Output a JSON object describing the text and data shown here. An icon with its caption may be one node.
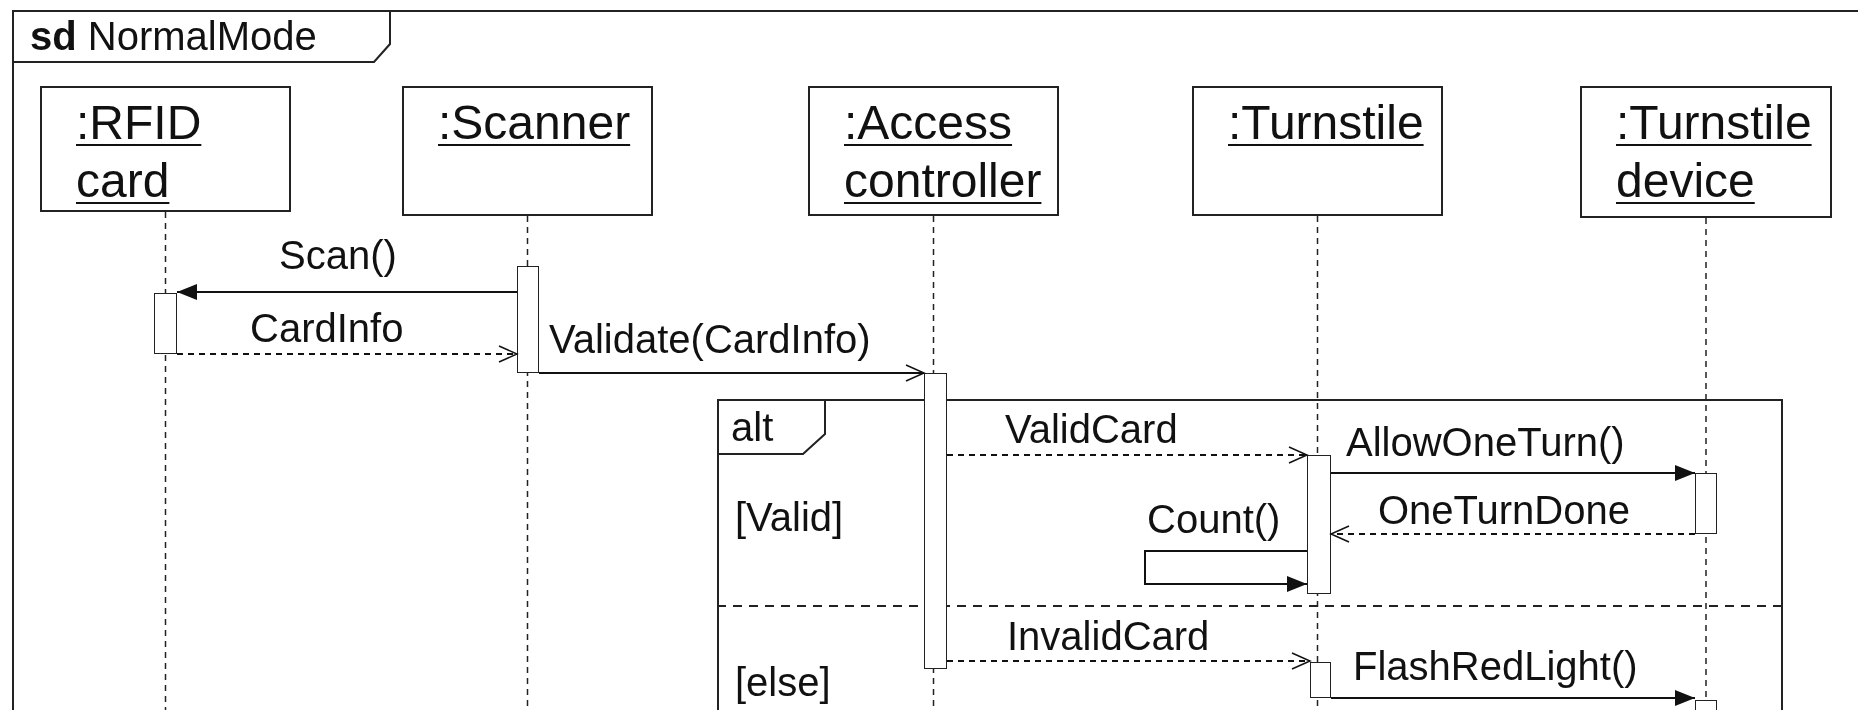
{
  "diagram": {
    "nodes": [
      {
        "text": [
          "**sd** NormalMode"
        ]
      },
      {
        "text": [
          ":RFID card"
        ],
        "in": 0
      },
      {
        "text": [
          ":Scanner"
        ],
        "in": 0
      },
      {
        "text": [
          ":Access controller"
        ],
        "in": 0
      },
      {
        "text": [
          ":Turnstile"
        ],
        "in": 0
      },
      {
        "text": [
          ":Turnstile device"
        ],
        "in": 0
      },
      {
        "text": [],
        "shape": "bar",
        "in": 0
      },
      {
        "text": [],
        "shape": "bar",
        "in": 0
      },
      {
        "text": [],
        "shape": "bar",
        "in": 0
      },
      {
        "text": [
          "alt",
          "[Valid]",
          "[else]"
        ],
        "in": 0
      },
      {
        "text": [],
        "shape": "bar",
        "in": 9
      },
      {
        "text": [],
        "shape": "bar",
        "in": 9
      },
      {
        "text": [],
        "shape": "bar",
        "in": 9
      },
      {
        "text": [],
        "shape": "bar",
        "in": 9
      }
    ],
    "edges": [
      {
        "from": 7,
        "to": 6,
        "arrow": "to",
        "label": "Scan()"
      },
      {
        "from": 6,
        "to": 7,
        "arrow": "to",
        "label": "CardInfo",
        "style": "dashed"
      },
      {
        "from": 7,
        "to": 8,
        "arrow": "to",
        "label": "Validate(CardInfo)"
      },
      {
        "from": 8,
        "to": 10,
        "arrow": "to",
        "label": "ValidCard",
        "style": "dashed"
      },
      {
        "from": 10,
        "to": 11,
        "arrow": "to",
        "label": "AllowOneTurn()"
      },
      {
        "from": 11,
        "to": 10,
        "arrow": "to",
        "label": "OneTurnDone",
        "style": "dashed"
      },
      {
        "from": 10,
        "to": 10,
        "arrow": "to",
        "label": "Count()"
      },
      {
        "from": 8,
        "to": 12,
        "arrow": "to",
        "label": "InvalidCard",
        "style": "dashed"
      },
      {
        "from": 12,
        "to": 13,
        "arrow": "to",
        "label": "FlashRedLight()"
      }
    ]
  }
}
